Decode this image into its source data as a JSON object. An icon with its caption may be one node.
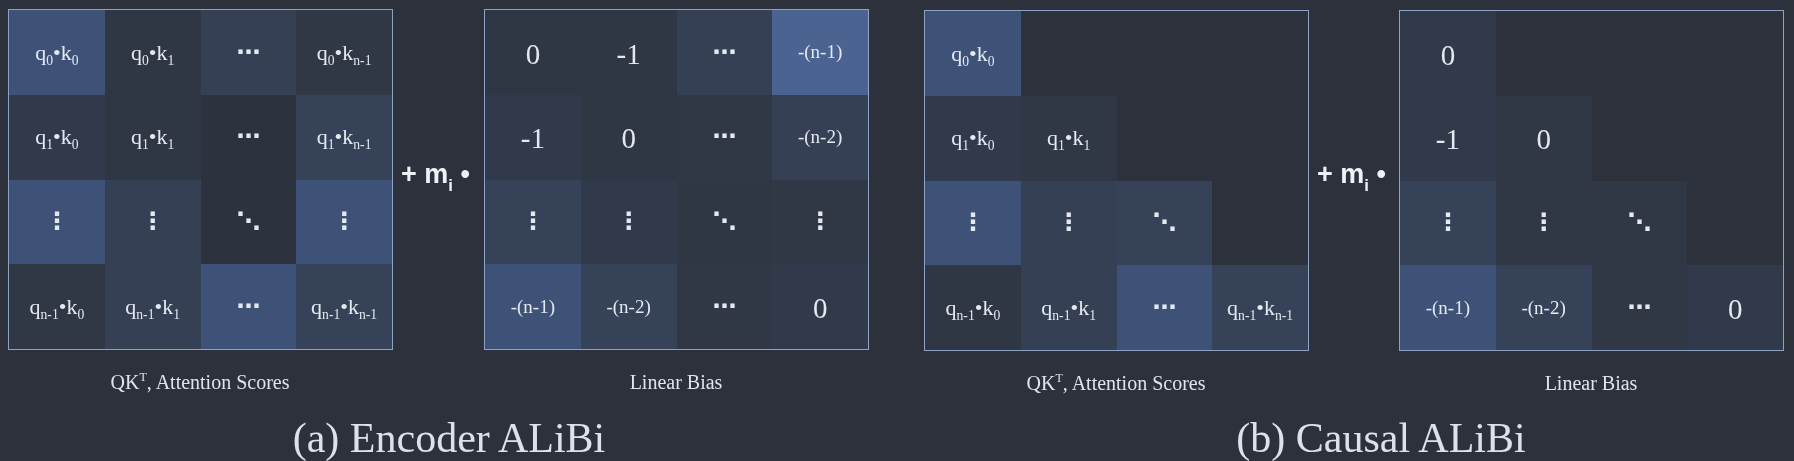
{
  "diagram": {
    "nodes": [
      {
        "text": [],
        "shape": "box",
        "beside": [
          "QK$^{T}$, Attention Scores"
        ]
      },
      {
        "text": [
          "q$_{0}$•k$_{0}$"
        ],
        "in": 0
      },
      {
        "text": [
          "q$_{0}$•k$_{1}$"
        ],
        "in": 0
      },
      {
        "text": [
          "⋯"
        ],
        "in": 0
      },
      {
        "text": [
          "q$_{0}$•k$_{n-1}$"
        ],
        "in": 0
      },
      {
        "text": [
          "q$_{1}$•k$_{0}$"
        ],
        "in": 0
      },
      {
        "text": [
          "q$_{1}$•k$_{1}$"
        ],
        "in": 0
      },
      {
        "text": [
          "⋯"
        ],
        "in": 0
      },
      {
        "text": [
          "q$_{1}$•k$_{n-1}$"
        ],
        "in": 0
      },
      {
        "text": [
          "⋮"
        ],
        "in": 0
      },
      {
        "text": [
          "⋮"
        ],
        "in": 0
      },
      {
        "text": [
          "⋱"
        ],
        "in": 0
      },
      {
        "text": [
          "⋮"
        ],
        "in": 0
      },
      {
        "text": [
          "q$_{n-1}$•k$_{0}$"
        ],
        "in": 0
      },
      {
        "text": [
          "q$_{n-1}$•k$_{1}$"
        ],
        "in": 0
      },
      {
        "text": [
          "⋯"
        ],
        "in": 0
      },
      {
        "text": [
          "q$_{n-1}$•k$_{n-1}$"
        ],
        "in": 0
      },
      {
        "text": [],
        "shape": "box",
        "beside": [
          "Linear Bias"
        ]
      },
      {
        "text": [
          "0"
        ],
        "in": 17
      },
      {
        "text": [
          "-1"
        ],
        "in": 17
      },
      {
        "text": [
          "⋯"
        ],
        "in": 17
      },
      {
        "text": [
          "-(n-1)"
        ],
        "in": 17
      },
      {
        "text": [
          "-1"
        ],
        "in": 17
      },
      {
        "text": [
          "0"
        ],
        "in": 17
      },
      {
        "text": [
          "⋯"
        ],
        "in": 17
      },
      {
        "text": [
          "-(n-2)"
        ],
        "in": 17
      },
      {
        "text": [
          "⋮"
        ],
        "in": 17
      },
      {
        "text": [
          "⋮"
        ],
        "in": 17
      },
      {
        "text": [
          "⋱"
        ],
        "in": 17
      },
      {
        "text": [
          "⋮"
        ],
        "in": 17
      },
      {
        "text": [
          "-(n-1)"
        ],
        "in": 17
      },
      {
        "text": [
          "-(n-2)"
        ],
        "in": 17
      },
      {
        "text": [
          "⋯"
        ],
        "in": 17
      },
      {
        "text": [
          "0"
        ],
        "in": 17
      },
      {
        "text": [],
        "shape": "box",
        "beside": [
          "QK$^{T}$, Attention Scores"
        ]
      },
      {
        "text": [
          "q$_{0}$•k$_{0}$"
        ],
        "in": 34
      },
      {
        "text": [
          "q$_{1}$•k$_{0}$"
        ],
        "in": 34
      },
      {
        "text": [
          "q$_{1}$•k$_{1}$"
        ],
        "in": 34
      },
      {
        "text": [
          "⋮"
        ],
        "in": 34
      },
      {
        "text": [
          "⋮"
        ],
        "in": 34
      },
      {
        "text": [
          "⋱"
        ],
        "in": 34
      },
      {
        "text": [
          "q$_{n-1}$•k$_{0}$"
        ],
        "in": 34
      },
      {
        "text": [
          "q$_{n-1}$•k$_{1}$"
        ],
        "in": 34
      },
      {
        "text": [
          "⋯"
        ],
        "in": 34
      },
      {
        "text": [
          "q$_{n-1}$•k$_{n-1}$"
        ],
        "in": 34
      },
      {
        "text": [],
        "shape": "box",
        "beside": [
          "Linear Bias"
        ]
      },
      {
        "text": [
          "0"
        ],
        "in": 45
      },
      {
        "text": [
          "-1"
        ],
        "in": 45
      },
      {
        "text": [
          "0"
        ],
        "in": 45
      },
      {
        "text": [
          "⋮"
        ],
        "in": 45
      },
      {
        "text": [
          "⋮"
        ],
        "in": 45
      },
      {
        "text": [
          "⋱"
        ],
        "in": 45
      },
      {
        "text": [
          "-(n-1)"
        ],
        "in": 45
      },
      {
        "text": [
          "-(n-2)"
        ],
        "in": 45
      },
      {
        "text": [
          "⋯"
        ],
        "in": 45
      },
      {
        "text": [
          "0"
        ],
        "in": 45
      }
    ],
    "labels": [
      "+ m$_{i}$ •",
      "+ m$_{i}$ •",
      "(a) Encoder ALiBi",
      "(b) Causal ALiBi"
    ]
  }
}
